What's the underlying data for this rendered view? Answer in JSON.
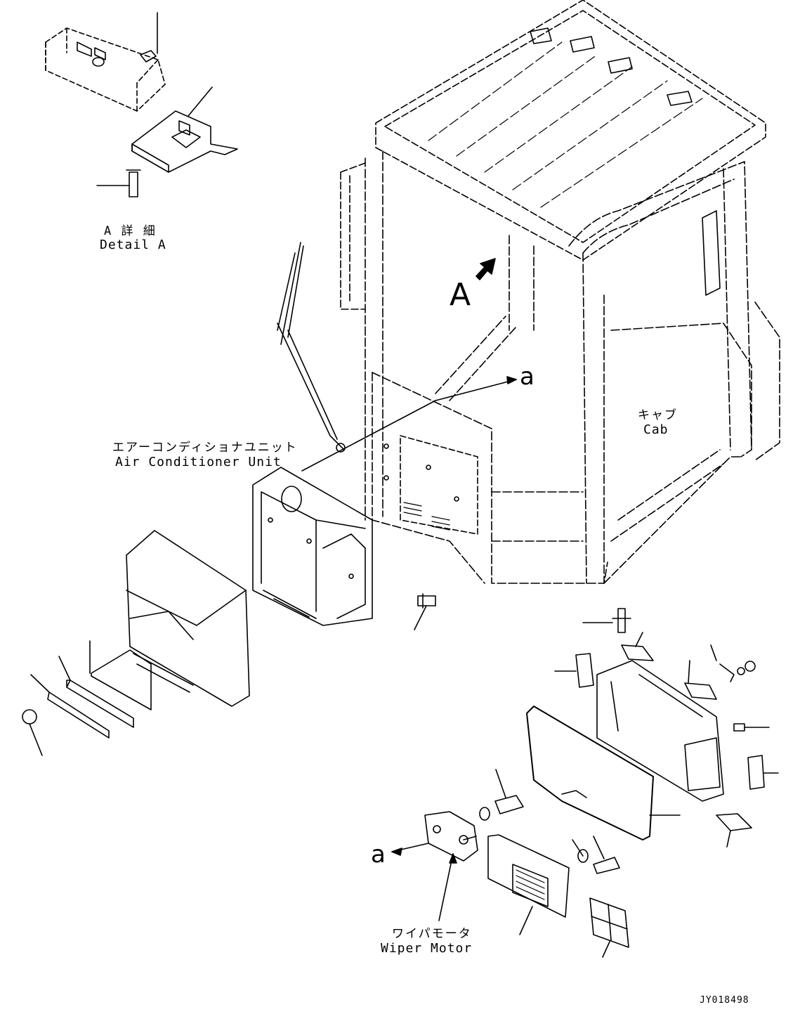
{
  "labels": {
    "detail_a_jp": "A 詳 細",
    "detail_a_en": "Detail A",
    "view_a": "A",
    "ref_a_top": "a",
    "ref_a_bottom": "a",
    "cab_jp": "キャブ",
    "cab_en": "Cab",
    "aircon_jp": "エアーコンディショナユニット",
    "aircon_en": "Air Conditioner Unit",
    "wiper_jp": "ワイパモータ",
    "wiper_en": "Wiper Motor",
    "drawing_id": "JY018498"
  },
  "colors": {
    "line": "#000000",
    "background": "#ffffff"
  }
}
